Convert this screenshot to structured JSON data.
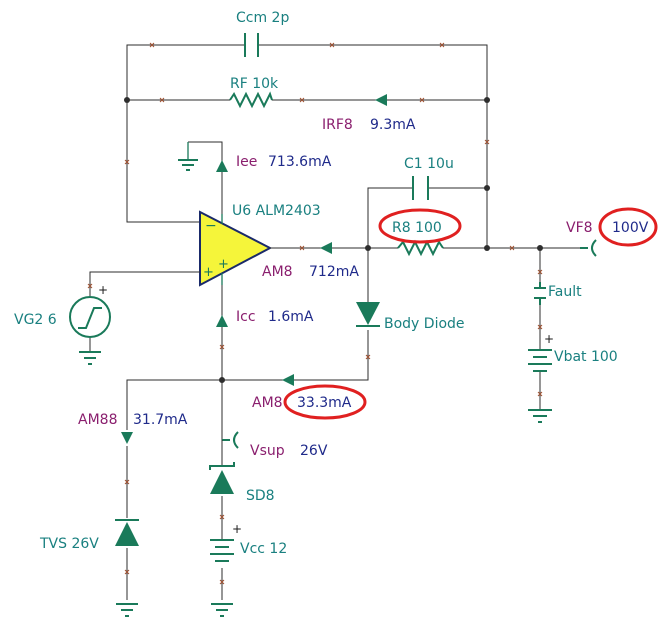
{
  "components": {
    "ccm": "Ccm 2p",
    "rf": "RF 10k",
    "irf_name": "IRF8",
    "irf_value": "9.3mA",
    "iee_name": "Iee",
    "iee_value": "713.6mA",
    "c1": "C1 10u",
    "u6": "U6 ALM2403",
    "r8": "R8 100",
    "vf_name": "VF8",
    "vf_value": "100V",
    "am8_out_name": "AM8",
    "am8_out_value": "712mA",
    "vg2": "VG2 6",
    "icc_name": "Icc",
    "icc_value": "1.6mA",
    "body_diode": "Body Diode",
    "fault": "Fault",
    "vbat": "Vbat 100",
    "am8_lower_name": "AM8",
    "am8_lower_value": "33.3mA",
    "am88_name": "AM88",
    "am88_value": "31.7mA",
    "vsup_name": "Vsup",
    "vsup_value": "26V",
    "sd8": "SD8",
    "tvs": "TVS 26V",
    "vcc": "Vcc 12"
  },
  "symbols": {
    "opamp_minus": "−",
    "opamp_plus_in": "+",
    "opamp_plus_out": "+",
    "vg2_plus": "+",
    "vbat_plus": "+",
    "vcc_plus": "+"
  },
  "colors": {
    "component": "#1a7a5a",
    "opamp_fill": "#f5f53a",
    "label_teal": "#1a8080",
    "label_purple": "#8a1f6e",
    "label_blue": "#1f2a8a",
    "highlight": "#e02020"
  }
}
